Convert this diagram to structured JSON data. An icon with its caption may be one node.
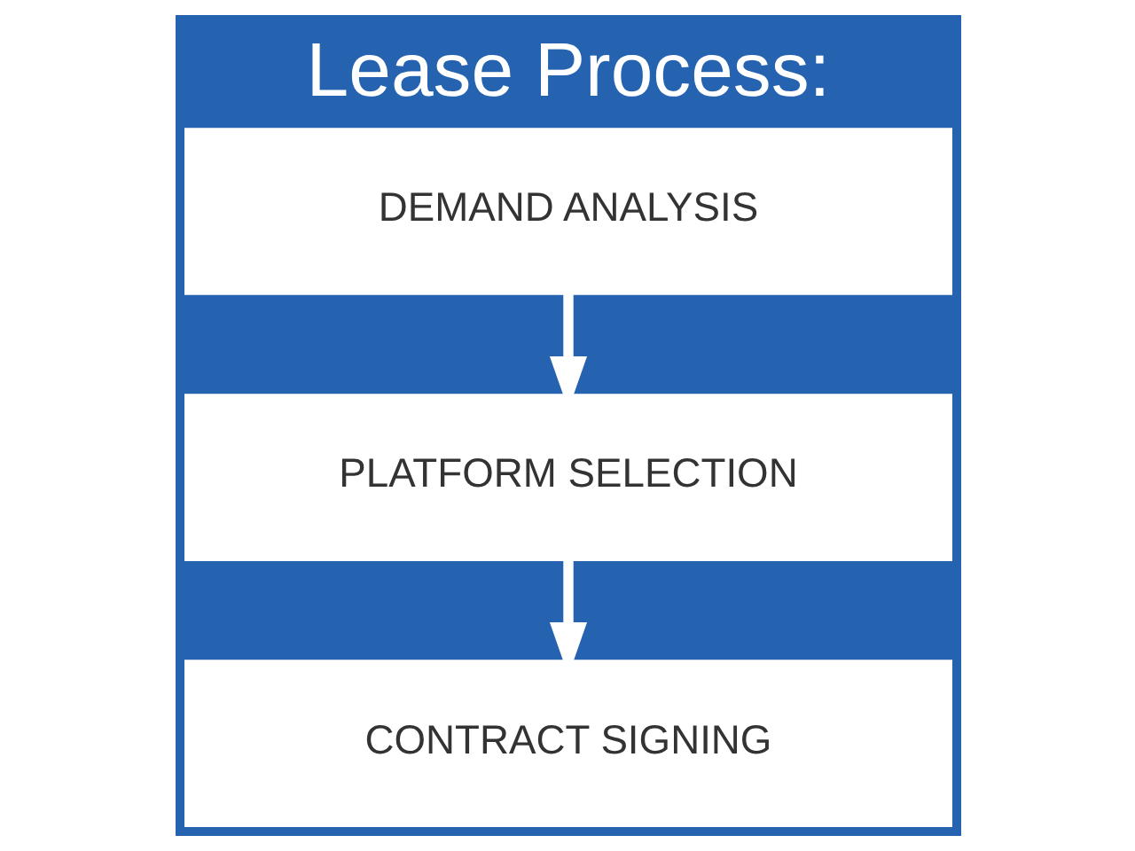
{
  "diagram": {
    "title": "Lease Process:",
    "nodes": [
      {
        "text": [
          "DEMAND ANALYSIS"
        ]
      },
      {
        "text": [
          "PLATFORM SELECTION"
        ]
      },
      {
        "text": [
          "CONTRACT SIGNING"
        ]
      }
    ],
    "edges": [
      {
        "from": 0,
        "to": 1,
        "arrow": "to"
      },
      {
        "from": 1,
        "to": 2,
        "arrow": "to"
      }
    ]
  }
}
